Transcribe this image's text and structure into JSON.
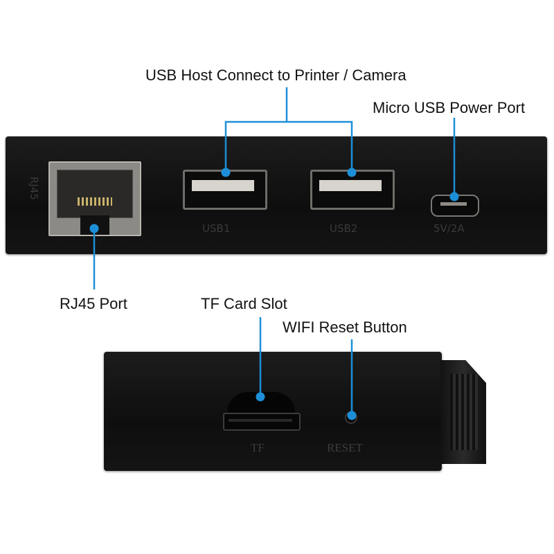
{
  "callouts": {
    "usb_host": "USB Host Connect to Printer / Camera",
    "micro_usb": "Micro USB Power Port",
    "rj45": "RJ45 Port",
    "tf_slot": "TF Card Slot",
    "wifi_reset": "WIFI Reset Button"
  },
  "device_prints": {
    "rj45": "RJ45",
    "usb1": "USB1",
    "usb2": "USB2",
    "power": "5V/2A",
    "tf": "TF",
    "reset": "RESET"
  },
  "colors": {
    "callout_line": "#1d8fd8",
    "device_body": "#141414",
    "background": "#ffffff"
  },
  "icons": [
    "ethernet-port-icon",
    "usb-a-port-icon",
    "micro-usb-port-icon",
    "tf-card-slot-icon",
    "reset-button-icon"
  ]
}
